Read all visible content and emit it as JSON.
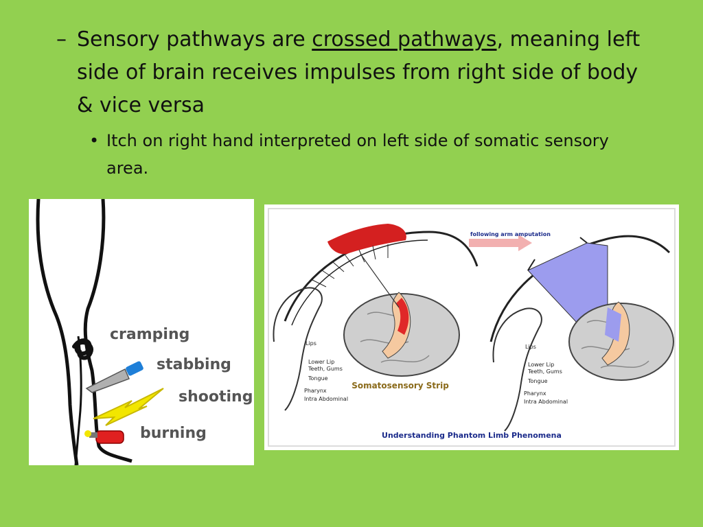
{
  "slide": {
    "bullet1": {
      "marker": "–",
      "before": "Sensory pathways are ",
      "highlight": "crossed pathways",
      "after": ", meaning left side of brain receives impulses from right side of body & vice versa"
    },
    "bullet2": {
      "marker": "•",
      "text": "Itch on right hand interpreted on left side of somatic sensory area."
    }
  },
  "left_image": {
    "labels": {
      "cramping": "cramping",
      "stabbing": "stabbing",
      "shooting": "shooting",
      "burning": "burning"
    },
    "colors": {
      "label": "#555555",
      "knife_handle": "#1e7fd8",
      "bolt": "#f2e600",
      "extinguisher": "#e02020"
    }
  },
  "right_image": {
    "arrow_label": "following arm amputation",
    "strip_label": "Somatosensory Strip",
    "caption": "Understanding Phantom Limb Phenomena",
    "body_labels": [
      "Lips",
      "Lower Lip",
      "Teeth, Gums",
      "Tongue",
      "Pharynx",
      "Intra Abdominal"
    ],
    "colors": {
      "hand_region": "#d42020",
      "expansion": "#9c9cee",
      "caption": "#1a2a8a",
      "strip_label": "#8a6a1a",
      "brain": "#cfcfcf",
      "strip": "#f5c9a0"
    }
  }
}
